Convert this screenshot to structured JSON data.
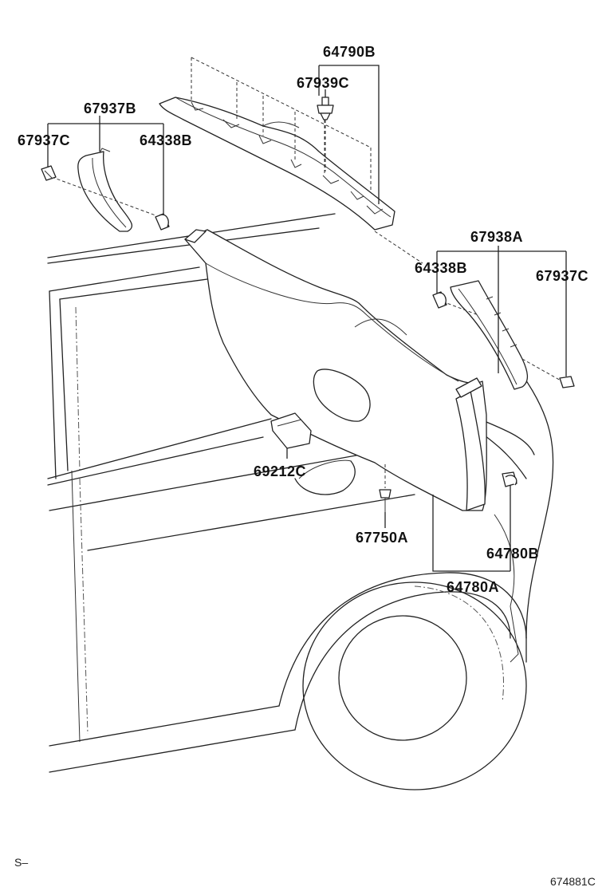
{
  "labels": {
    "p64790B": "64790B",
    "p67939C": "67939C",
    "p67937B": "67937B",
    "p67937C_left": "67937C",
    "p64338B_left": "64338B",
    "p67938A": "67938A",
    "p64338B_right": "64338B",
    "p67937C_right": "67937C",
    "p69212C": "69212C",
    "p67750A": "67750A",
    "p64780B": "64780B",
    "p64780A": "64780A"
  },
  "corner": {
    "left_mark": "S–",
    "diagram_code": "674881C"
  }
}
